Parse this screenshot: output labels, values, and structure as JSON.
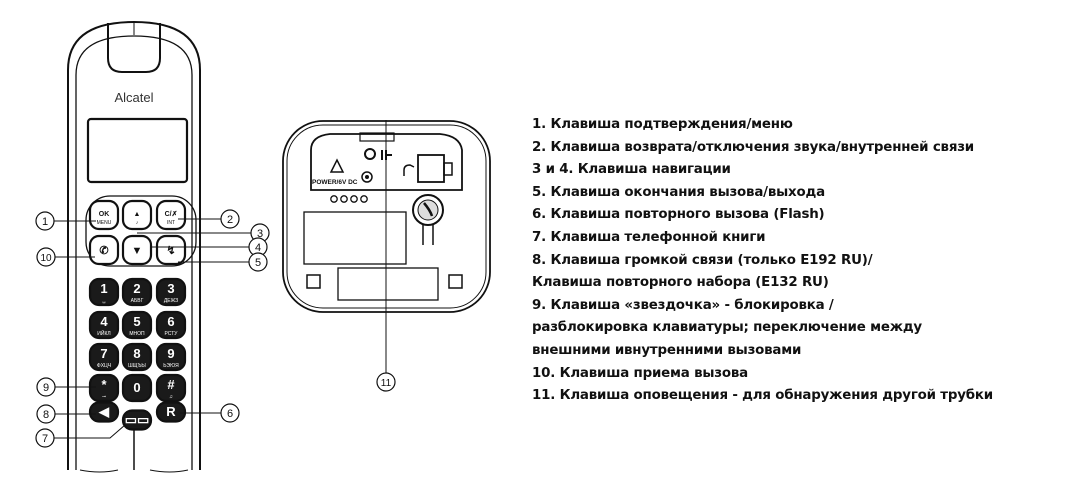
{
  "phone": {
    "brand": "Alcatel",
    "nav_keys": [
      {
        "name": "ok-menu-key",
        "main": "OK",
        "sub": "MENU"
      },
      {
        "name": "up-key",
        "main": "▲",
        "sub": "♪"
      },
      {
        "name": "back-mute-int-key",
        "main": "C/✗",
        "sub": "INT"
      },
      {
        "name": "call-key",
        "main": "✆",
        "sub": ""
      },
      {
        "name": "down-key",
        "main": "▼",
        "sub": ""
      },
      {
        "name": "end-key",
        "main": "↯",
        "sub": ""
      }
    ],
    "digit_keys": [
      {
        "main": "1",
        "sub": "␣"
      },
      {
        "main": "2",
        "sub": "АБВГ"
      },
      {
        "main": "3",
        "sub": "ДЕЖЗ"
      },
      {
        "main": "4",
        "sub": "ИЙКЛ"
      },
      {
        "main": "5",
        "sub": "МНОП"
      },
      {
        "main": "6",
        "sub": "РСТУ"
      },
      {
        "main": "7",
        "sub": "ФХЦЧ"
      },
      {
        "main": "8",
        "sub": "ШЩЪЫ"
      },
      {
        "main": "9",
        "sub": "ЬЭЮЯ"
      },
      {
        "main": "*",
        "sub": "⊸"
      },
      {
        "main": "0",
        "sub": ""
      },
      {
        "main": "#",
        "sub": "♫"
      }
    ],
    "bottom_keys": [
      {
        "name": "speaker-key",
        "main": "◀"
      },
      {
        "name": "phonebook-key",
        "main": "▭▭"
      },
      {
        "name": "r-flash-key",
        "main": "R"
      }
    ]
  },
  "base": {
    "power_label": "POWER/6V DC"
  },
  "callouts": [
    "1",
    "2",
    "3",
    "4",
    "5",
    "6",
    "7",
    "8",
    "9",
    "10",
    "11"
  ],
  "legend": [
    "1. Клавиша подтверждения/меню",
    "2. Клавиша возврата/отключения звука/внутренней связи",
    "3 и 4. Клавиша навигации",
    "5. Клавиша окончания вызова/выхода",
    "6. Клавиша повторного вызова (Flash)",
    "7. Клавиша телефонной книги",
    "8. Клавиша громкой связи (только E192 RU)/",
    "Клавиша повторного набора (E132 RU)",
    "9. Клавиша «звездочка» - блокировка /",
    "разблокировка клавиатуры; переключение между",
    "внешними ивнутренними вызовами",
    "10. Клавиша приема вызова",
    "11. Клавиша оповещения - для обнаружения другой трубки"
  ]
}
